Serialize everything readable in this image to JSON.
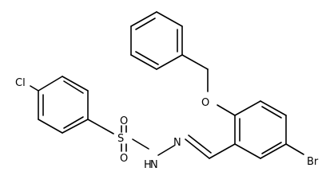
{
  "molecule": {
    "atom_labels": {
      "chlorine": "Cl",
      "sulfur": "S",
      "oxygen_top": "O",
      "oxygen_bottom": "O",
      "nh_h": "H",
      "nh_n": "N",
      "imine_n": "N",
      "ether_o": "O",
      "bromine": "Br"
    }
  }
}
